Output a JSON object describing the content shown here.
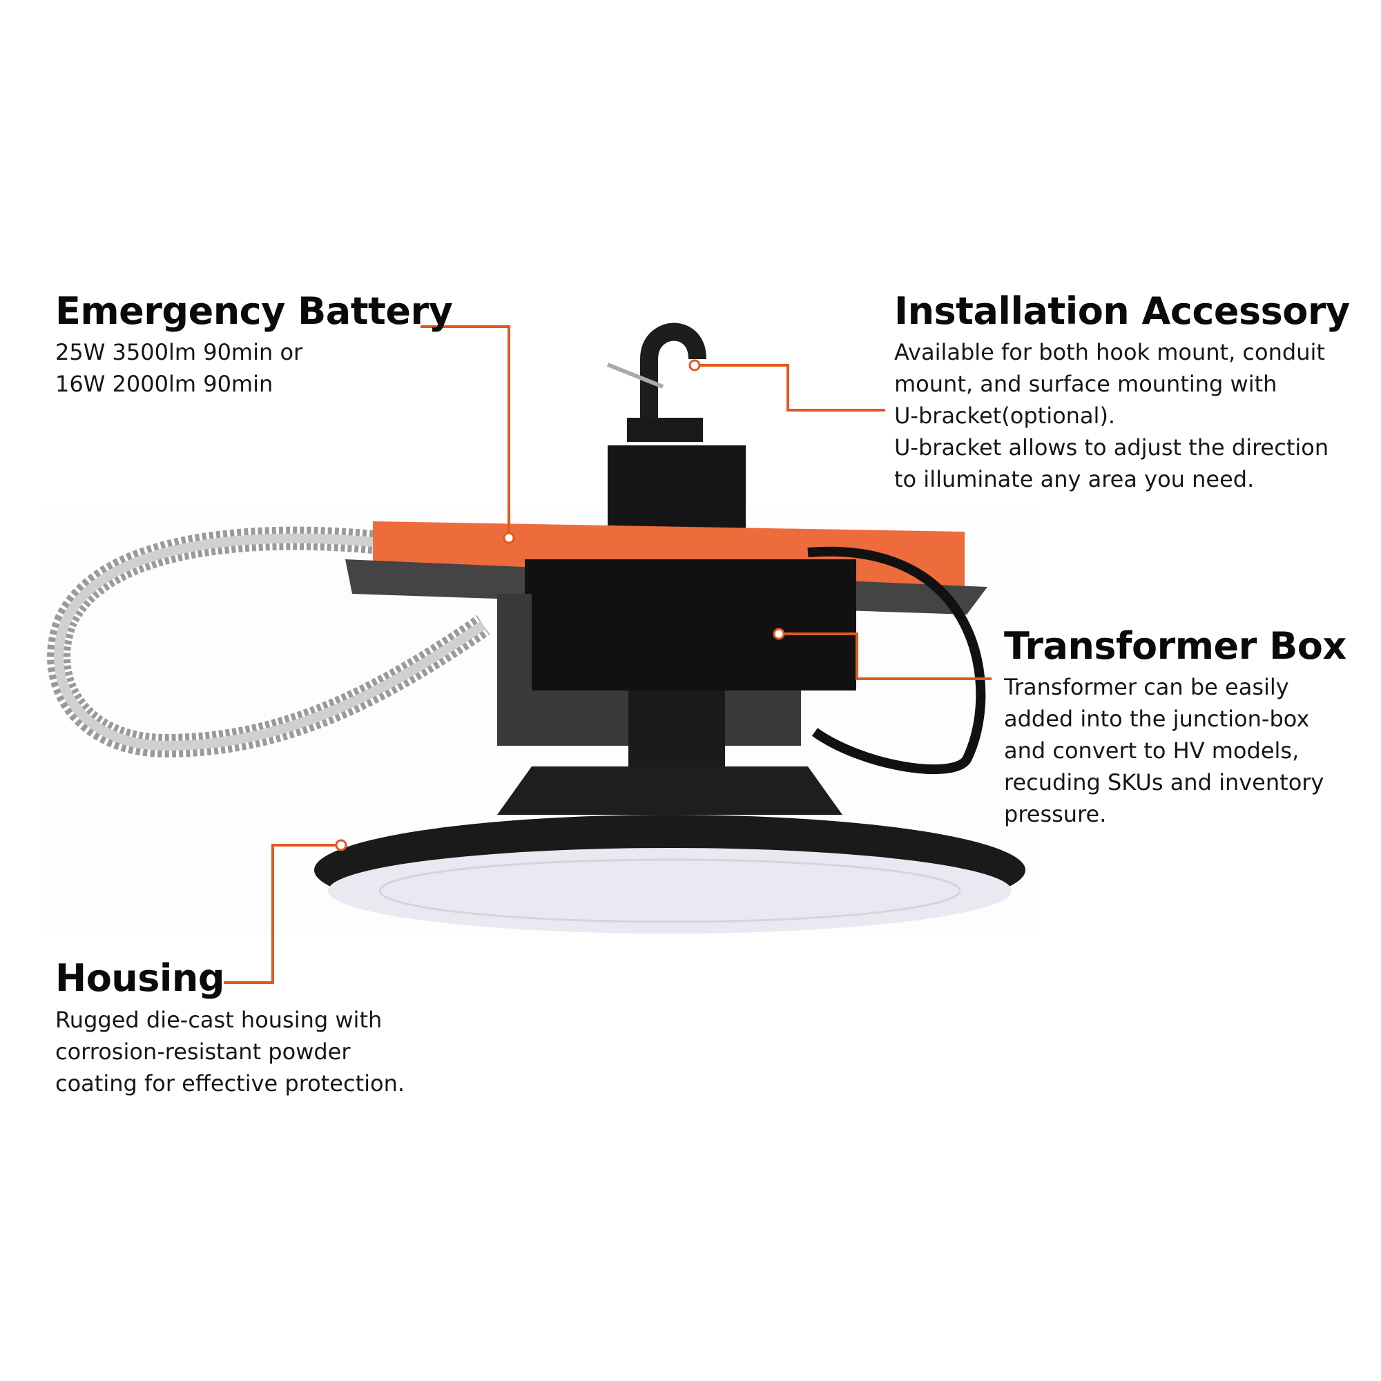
{
  "accent_color": "#E05A1E",
  "callouts": {
    "battery": {
      "title": "Emergency Battery",
      "lines": [
        "25W 3500lm 90min or",
        "16W 2000lm 90min"
      ]
    },
    "installation": {
      "title": "Installation Accessory",
      "lines": [
        "Available for both hook mount, conduit",
        "mount, and surface mounting with",
        "U-bracket(optional).",
        "U-bracket allows to adjust the direction",
        "to illuminate any area you need."
      ]
    },
    "transformer": {
      "title": "Transformer Box",
      "lines": [
        "Transformer can be easily",
        "added into the junction-box",
        "and convert to HV models,",
        "recuding SKUs and inventory",
        "pressure."
      ]
    },
    "housing": {
      "title": "Housing",
      "lines": [
        "Rugged die-cast housing with",
        "corrosion-resistant powder",
        "coating for effective protection."
      ]
    }
  }
}
